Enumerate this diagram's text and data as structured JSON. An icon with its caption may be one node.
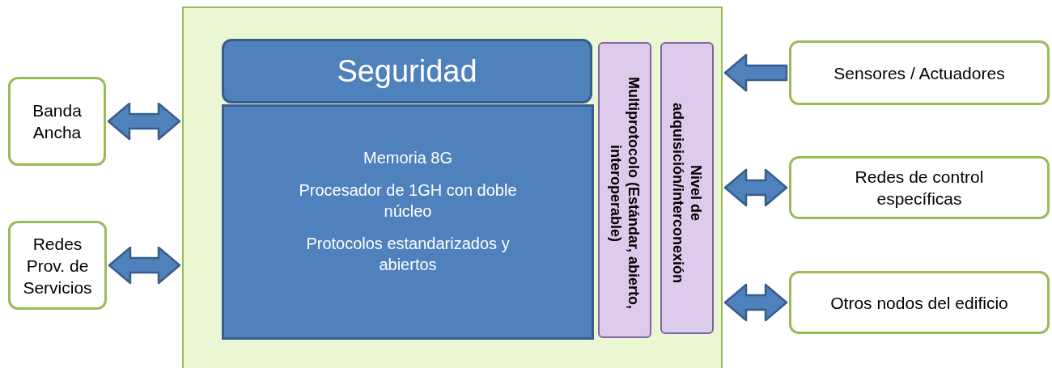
{
  "diagram": {
    "nodes": [
      {
        "text": [],
        "shape": "box"
      },
      {
        "text": [
          "Seguridad"
        ],
        "in": 0
      },
      {
        "text": [
          "Memoria 8G",
          "Procesador de 1GH con doble núcleo",
          "Protocolos estandarizados y abiertos"
        ],
        "in": 0
      },
      {
        "text": [
          "Multiprotocolo (Estándar, abierto, interoperable)"
        ],
        "in": 0
      },
      {
        "text": [
          "Nivel de adquisición/interconexión"
        ],
        "in": 0
      },
      {
        "text": [
          "Banda Ancha"
        ]
      },
      {
        "text": [
          "Redes Prov. de Servicios"
        ]
      },
      {
        "text": [
          "Sensores / Actuadores"
        ]
      },
      {
        "text": [
          "Redes de control específicas"
        ]
      },
      {
        "text": [
          "Otros nodos del edificio"
        ]
      }
    ],
    "edges": [
      {
        "from": 5,
        "to": 0,
        "arrow": "both"
      },
      {
        "from": 6,
        "to": 0,
        "arrow": "both"
      },
      {
        "from": 7,
        "to": 0,
        "arrow": "to"
      },
      {
        "from": 8,
        "to": 0,
        "arrow": "both"
      },
      {
        "from": 9,
        "to": 0,
        "arrow": "both"
      }
    ]
  }
}
